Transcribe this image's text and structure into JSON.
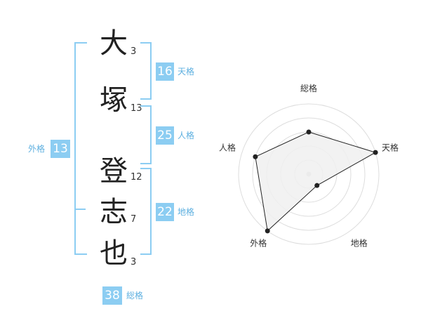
{
  "name_chars": [
    {
      "char": "大",
      "strokes": "3"
    },
    {
      "char": "塚",
      "strokes": "13"
    },
    {
      "char": "登",
      "strokes": "12"
    },
    {
      "char": "志",
      "strokes": "7"
    },
    {
      "char": "也",
      "strokes": "3"
    }
  ],
  "grids": {
    "tenkaku": {
      "value": "16",
      "label": "天格"
    },
    "jinkaku": {
      "value": "25",
      "label": "人格"
    },
    "chikaku": {
      "value": "22",
      "label": "地格"
    },
    "gaikaku": {
      "value": "13",
      "label": "外格"
    },
    "soukaku": {
      "value": "38",
      "label": "総格"
    }
  },
  "chart_data": {
    "type": "radar",
    "axes": [
      "総格",
      "天格",
      "地格",
      "外格",
      "人格"
    ],
    "values": [
      0.6,
      1.0,
      0.2,
      1.0,
      0.8
    ],
    "range": [
      0,
      1
    ],
    "rings": 5,
    "colors": {
      "fill": "#f0f0f0",
      "line": "#222222",
      "grid": "#dddddd"
    }
  }
}
